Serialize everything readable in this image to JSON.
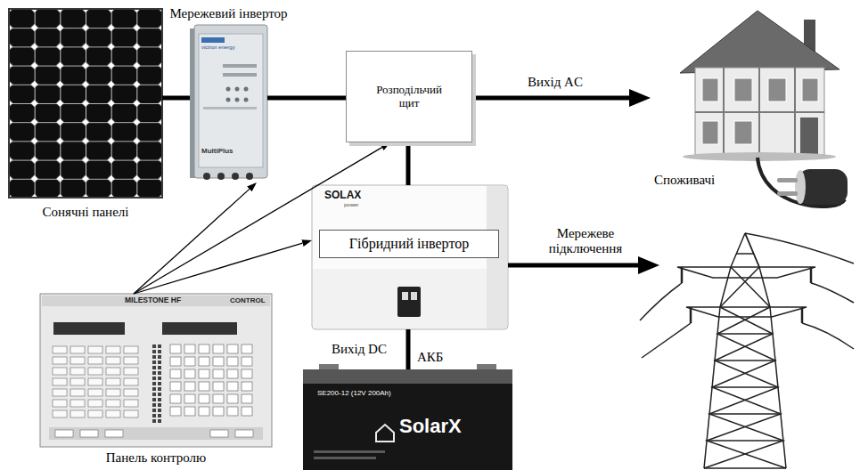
{
  "diagram": {
    "nodes": [
      {
        "text": [
          "Сонячні панелі"
        ]
      },
      {
        "text": [
          "Мережевий інвертор"
        ]
      },
      {
        "text": [
          "Розподільчий щит"
        ]
      },
      {
        "text": [
          "Споживачі"
        ]
      },
      {
        "text": [
          "Гібридний інвертор"
        ]
      },
      {
        "text": [
          "Панель контролю"
        ]
      },
      {
        "text": [
          "АКБ"
        ]
      }
    ],
    "edges": [
      {
        "from": 0,
        "to": 1,
        "arrow": "none"
      },
      {
        "from": 1,
        "to": 2,
        "arrow": "none"
      },
      {
        "from": 2,
        "to": 3,
        "label": "Вихід AC",
        "arrow": "to"
      },
      {
        "from": 2,
        "to": 4,
        "arrow": "none"
      },
      {
        "from": 5,
        "to": 1,
        "arrow": "to"
      },
      {
        "from": 5,
        "to": 2,
        "arrow": "to"
      },
      {
        "from": 5,
        "to": 4,
        "arrow": "to"
      },
      {
        "from": 4,
        "to": 6,
        "label": "Вихід DC",
        "arrow": "none"
      }
    ],
    "labels": [
      "victron energy",
      "MultiPlus",
      "SOLAX",
      "power",
      "Мережеве підключення",
      "MILESTONE HF",
      "CONTROL",
      "SE200-12 (12V 200Ah)",
      "SolarX"
    ]
  }
}
